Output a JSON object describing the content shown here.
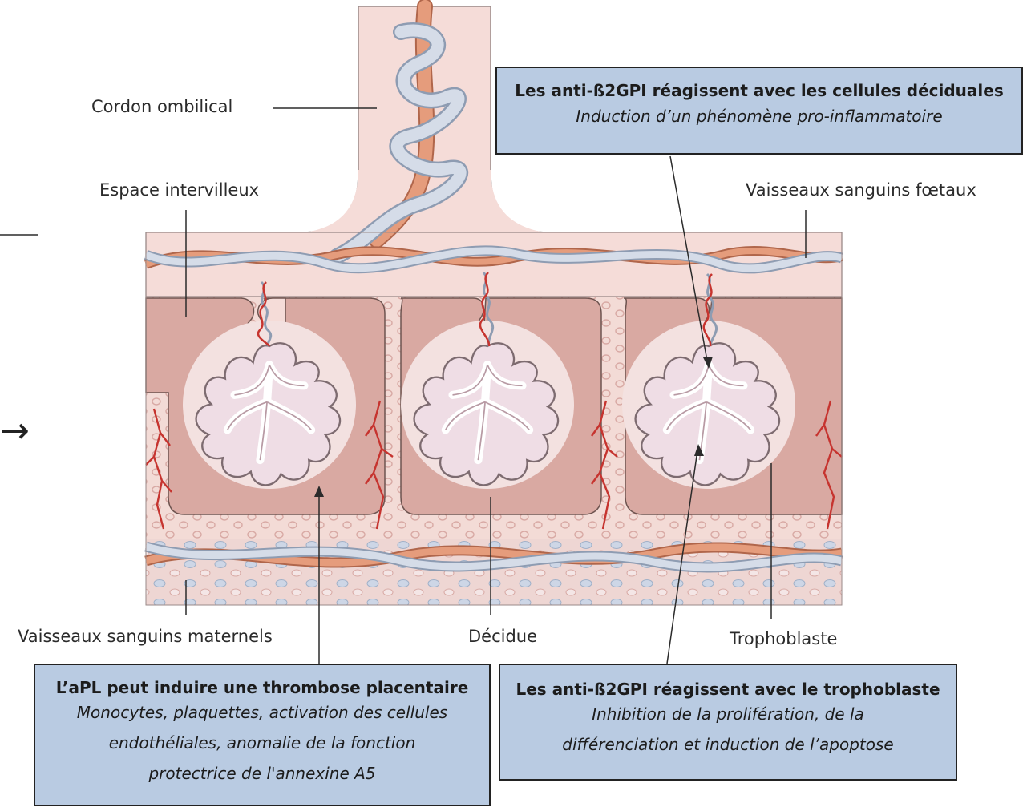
{
  "labels": {
    "cordon": "Cordon ombilical",
    "espace": "Espace intervilleux",
    "vaisseaux_foetaux": "Vaisseaux sanguins fœtaux",
    "vaisseaux_maternels": "Vaisseaux sanguins maternels",
    "decidue": "Décidue",
    "trophoblaste": "Trophoblaste"
  },
  "boxes": {
    "top_right": {
      "title": "Les anti-ß2GPI réagissent avec les cellules déciduales",
      "body": [
        "Induction d’un phénomène pro-inflammatoire"
      ]
    },
    "bottom_left": {
      "title": "L’aPL peut induire une thrombose placentaire",
      "body": [
        "Monocytes, plaquettes, activation des cellules",
        "endothéliales, anomalie de la fonction",
        "protectrice de l'annexine A5"
      ]
    },
    "bottom_right": {
      "title": "Les anti-ß2GPI réagissent avec le trophoblaste",
      "body": [
        "Inhibition de la prolifération, de la",
        "différenciation et induction de l’apoptose"
      ]
    }
  },
  "left_arrow": "→",
  "colors": {
    "box_fill": "#b9cbe2",
    "tissue": "#f5dcd8",
    "decidua": "#d9a9a2",
    "artery": "#e59c7c",
    "vein": "#c9d3e0",
    "capillary": "#c6342f",
    "villus": "#eedbe3"
  }
}
